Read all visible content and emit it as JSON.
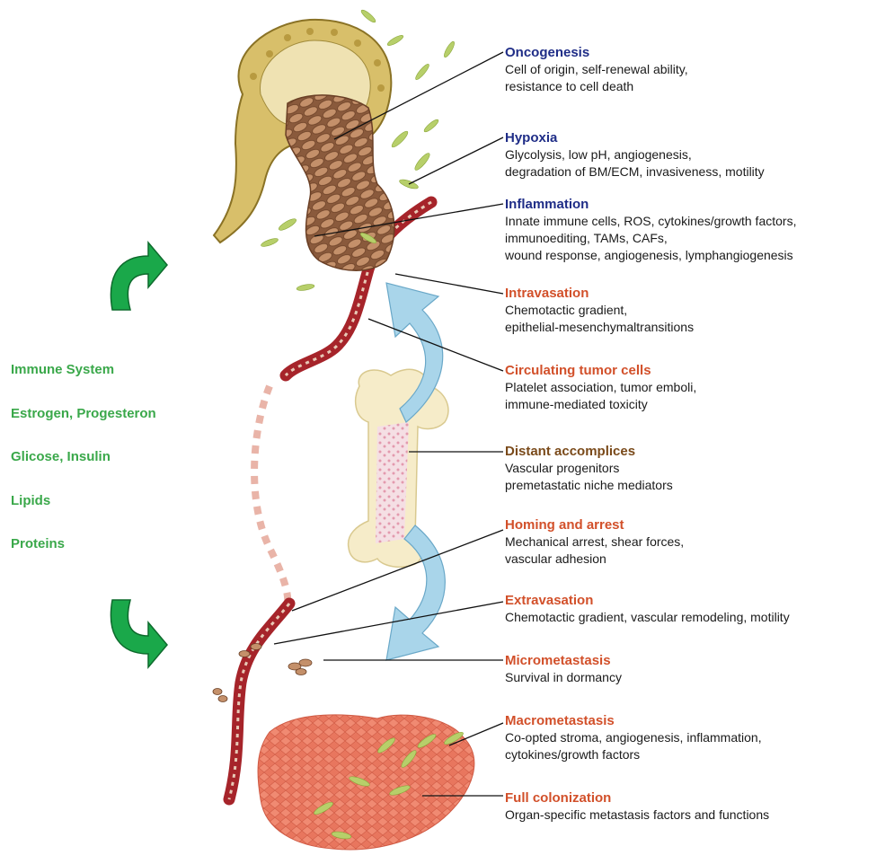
{
  "colors": {
    "navy": "#1f2d87",
    "red": "#d2502a",
    "brown": "#7a4a1a",
    "green_text": "#3aa84a",
    "green_arrow": "#1aa84a",
    "blue_arrow": "#a9d5ea"
  },
  "factors": [
    "Immune System",
    "Estrogen, Progesteron",
    "Glicose, Insulin",
    "Lipids",
    "Proteins"
  ],
  "stages": [
    {
      "title": "Oncogenesis",
      "color": "navy",
      "lines": [
        "Cell of origin, self-renewal ability,",
        "resistance to cell death"
      ]
    },
    {
      "title": "Hypoxia",
      "color": "navy",
      "lines": [
        "Glycolysis, low pH, angiogenesis,",
        "degradation of BM/ECM, invasiveness, motility"
      ]
    },
    {
      "title": "Inflammation",
      "color": "navy",
      "lines": [
        "Innate immune cells, ROS, cytokines/growth factors,",
        "immunoediting, TAMs, CAFs,",
        "wound response, angiogenesis, lymphangiogenesis"
      ]
    },
    {
      "title": "Intravasation",
      "color": "red",
      "lines": [
        "Chemotactic gradient,",
        "epithelial-mesenchymaltransitions"
      ]
    },
    {
      "title": "Circulating tumor cells",
      "color": "red",
      "lines": [
        "Platelet association, tumor emboli,",
        "immune-mediated toxicity"
      ]
    },
    {
      "title": "Distant accomplices",
      "color": "brown",
      "lines": [
        "Vascular progenitors",
        "premetastatic niche mediators"
      ]
    },
    {
      "title": "Homing and arrest",
      "color": "red",
      "lines": [
        "Mechanical arrest, shear forces,",
        "vascular adhesion"
      ]
    },
    {
      "title": "Extravasation",
      "color": "red",
      "lines": [
        "Chemotactic gradient, vascular remodeling, motility"
      ]
    },
    {
      "title": "Micrometastasis",
      "color": "red",
      "lines": [
        "Survival in dormancy"
      ]
    },
    {
      "title": "Macrometastasis",
      "color": "red",
      "lines": [
        "Co-opted stroma, angiogenesis, inflammation,",
        "cytokines/growth factors"
      ]
    },
    {
      "title": "Full colonization",
      "color": "red",
      "lines": [
        "Organ-specific metastasis factors and functions"
      ]
    }
  ]
}
